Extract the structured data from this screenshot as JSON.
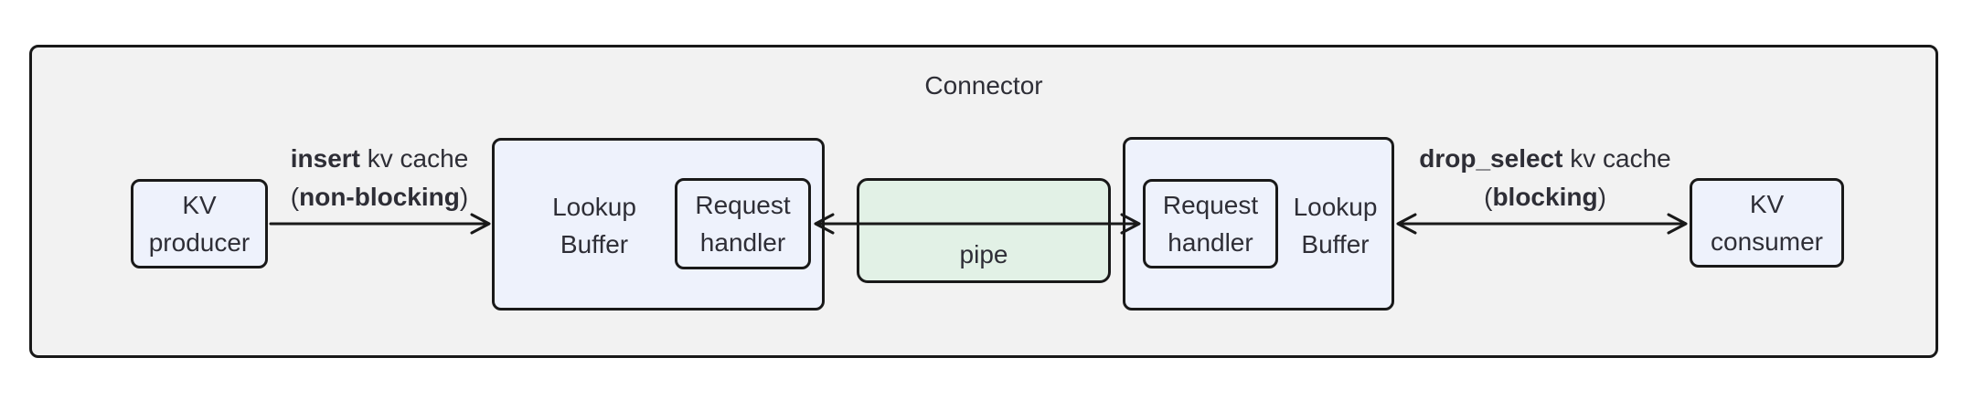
{
  "diagram": {
    "container_label": "Connector",
    "colors": {
      "outer_bg": "#f2f2f2",
      "node_fill": "#eef2fc",
      "pipe_fill": "#e2f1e6",
      "border": "#191919",
      "text": "#2e2e36"
    },
    "nodes": {
      "kv_producer": {
        "line1": "KV",
        "line2": "producer"
      },
      "lookup_buffer_left": {
        "line1": "Lookup",
        "line2": "Buffer"
      },
      "request_handler_left": {
        "line1": "Request",
        "line2": "handler"
      },
      "pipe": {
        "label": "pipe"
      },
      "request_handler_right": {
        "line1": "Request",
        "line2": "handler"
      },
      "lookup_buffer_right": {
        "line1": "Lookup",
        "line2": "Buffer"
      },
      "kv_consumer": {
        "line1": "KV",
        "line2": "consumer"
      }
    },
    "edges": {
      "insert": {
        "line1_bold": "insert",
        "line1_rest": " kv cache",
        "line2_pre": "(",
        "line2_bold": "non-blocking",
        "line2_post": ")"
      },
      "drop_select": {
        "line1_bold": "drop_select",
        "line1_rest": " kv cache",
        "line2_pre": "(",
        "line2_bold": "blocking",
        "line2_post": ")"
      }
    }
  }
}
